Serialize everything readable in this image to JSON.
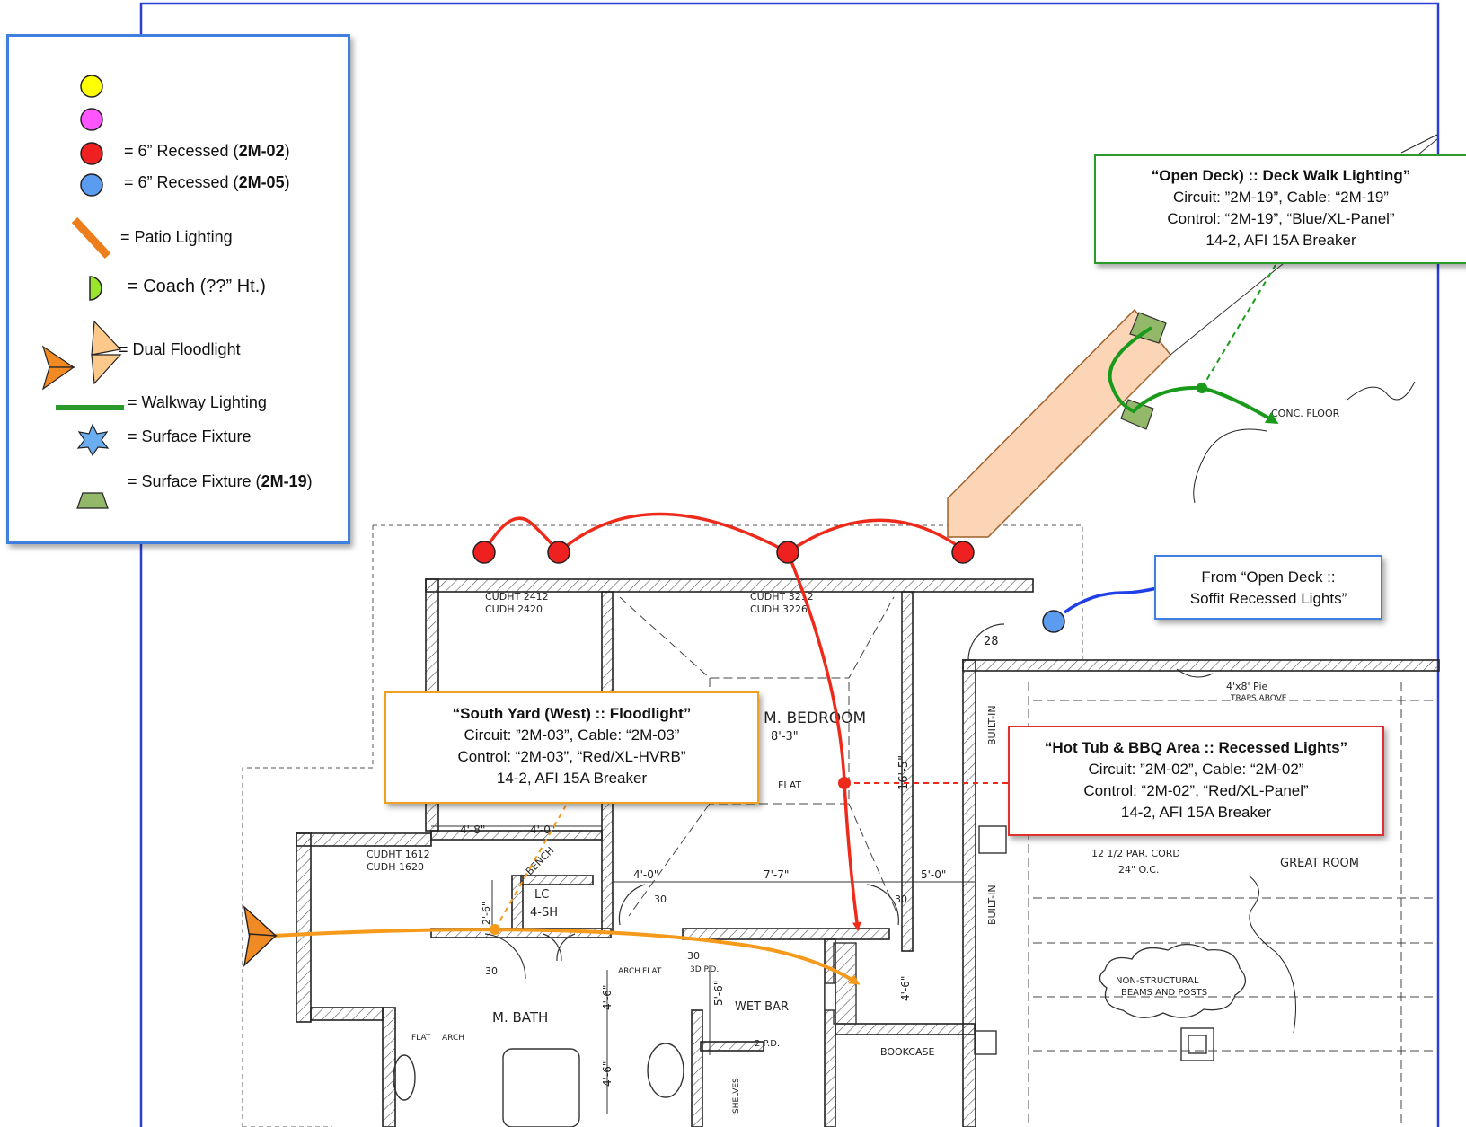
{
  "legend": {
    "items": [
      {
        "symbol": "yellow-circle",
        "color": "#ffff00",
        "pre": "",
        "bold": "",
        "post": ""
      },
      {
        "symbol": "magenta-circle",
        "color": "#ff55ff",
        "pre": "",
        "bold": "",
        "post": ""
      },
      {
        "symbol": "red-circle",
        "color": "#ee2020",
        "pre": "= 6” Recessed (",
        "bold": "2M-02",
        "post": ")"
      },
      {
        "symbol": "blue-circle",
        "color": "#5b9cf0",
        "pre": "= 6” Recessed (",
        "bold": "2M-05",
        "post": ")"
      },
      {
        "symbol": "orange-bar",
        "color": "#ee7d1b",
        "pre": "= Patio Lighting",
        "bold": "",
        "post": ""
      },
      {
        "symbol": "half-circle",
        "color": "#99e52a",
        "pre": "= Coach (??” Ht.)",
        "bold": "",
        "post": ""
      },
      {
        "symbol": "dual-floodlight",
        "color": "#f08a24",
        "pre": "= Dual Floodlight",
        "bold": "",
        "post": ""
      },
      {
        "symbol": "green-line",
        "color": "#2a9a2a",
        "pre": "= Walkway Lighting",
        "bold": "",
        "post": ""
      },
      {
        "symbol": "star",
        "color": "#6aaef0",
        "pre": "= Surface Fixture",
        "bold": "",
        "post": ""
      },
      {
        "symbol": "trapezoid",
        "color": "#93b86a",
        "pre": "= Surface Fixture (",
        "bold": "2M-19",
        "post": ")"
      }
    ]
  },
  "callouts": {
    "open_deck": {
      "title": "“Open Deck) :: Deck Walk Lighting”",
      "line1": "Circuit: ”2M-19”, Cable: “2M-19”",
      "line2": "Control: “2M-19”, “Blue/XL-Panel”",
      "line3": "14-2, AFI 15A Breaker",
      "border": "#2a9a2a"
    },
    "soffit": {
      "line1": "From “Open Deck ::",
      "line2": "Soffit Recessed Lights”",
      "border": "#3f7fe0"
    },
    "south_yard": {
      "title": "“South Yard (West) :: Floodlight”",
      "line1": "Circuit: ”2M-03”, Cable: “2M-03”",
      "line2": "Control: “2M-03”, “Red/XL-HVRB”",
      "line3": "14-2, AFI 15A Breaker",
      "border": "#f0a020"
    },
    "hot_tub": {
      "title": "“Hot Tub & BBQ Area :: Recessed Lights”",
      "line1": "Circuit: ”2M-02”, Cable: “2M-02”",
      "line2": "Control: “2M-02”, “Red/XL-Panel”",
      "line3": "14-2, AFI 15A Breaker",
      "border": "#e03030"
    }
  },
  "plan_labels": {
    "window1a": "CUDHT 2412",
    "window1b": "CUDH 2420",
    "window2a": "CUDHT 3212",
    "window2b": "CUDH 3226",
    "door28": "28",
    "bedroom": "M. BEDROOM",
    "dim_8_3": "8'-3\"",
    "flat1": "FLAT",
    "dim_16_5": "16'-5\"",
    "built_in1": "BUILT-IN",
    "built_in2": "BUILT-IN",
    "pie": "4'x8' Pie",
    "traps": "TRAPS ABOVE",
    "conc_floor": "CONC. FLOOR",
    "dim_4_8": "4'-8\"",
    "dim_4_0a": "4'-0\"",
    "bench": "BENCH",
    "window3a": "CUDHT 1612",
    "window3b": "CUDH 1620",
    "lc": "LC",
    "lc2": "4-SH",
    "dim_4_0b": "4'-0\"",
    "dim_7_7": "7'-7\"",
    "dim_5_0": "5'-0\"",
    "door30a": "30",
    "door30b": "30",
    "door30c": "30",
    "door30d": "30",
    "dim_2_6": "2'-6\"",
    "par_cord": "12 1/2 PAR. CORD",
    "oc": "24\" O.C.",
    "great_room": "GREAT ROOM",
    "arch1": "ARCH",
    "flat2": "FLAT",
    "pd1": "3D P.D.",
    "dim_5_6": "5'-6\"",
    "dim_4_6a": "4'-6\"",
    "dim_4_6b": "4'-6\"",
    "dim_4_6c": "4'-6\"",
    "wet_bar": "WET BAR",
    "m_bath": "M. BATH",
    "flat3": "FLAT",
    "arch2": "ARCH",
    "pd2": "2 P.D.",
    "bookcase": "BOOKCASE",
    "shelves": "SHELVES",
    "non_struct1": "NON-STRUCTURAL",
    "non_struct2": "BEAMS AND POSTS"
  }
}
